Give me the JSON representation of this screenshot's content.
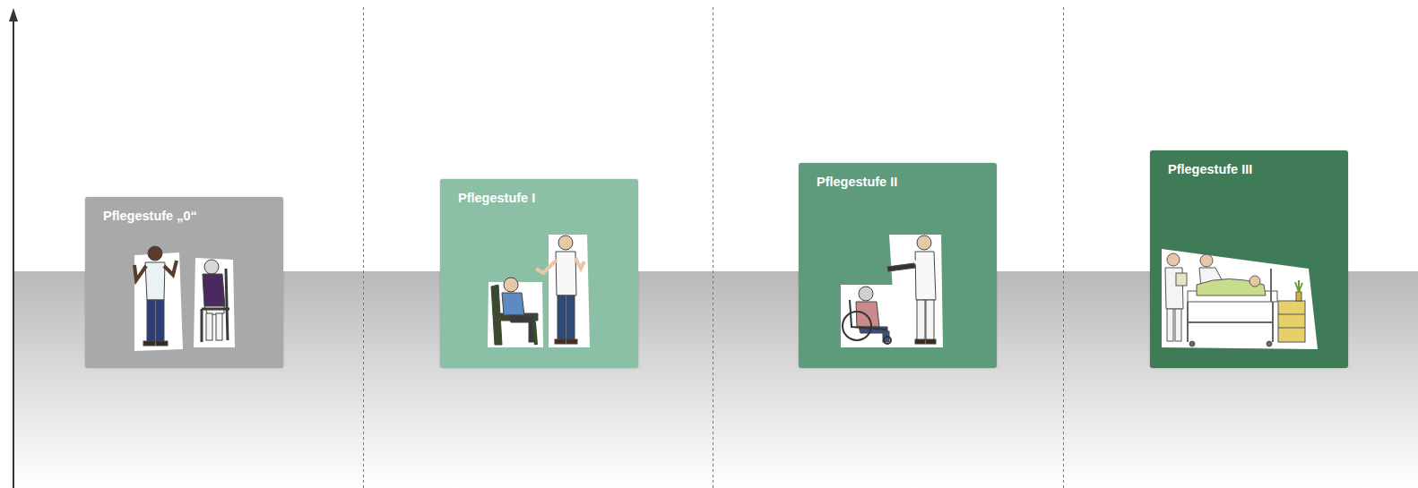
{
  "diagram": {
    "nodes": [
      {
        "text": [
          "Pflegestufe „0“"
        ]
      },
      {
        "text": [
          "Pflegestufe I"
        ]
      },
      {
        "text": [
          "Pflegestufe II"
        ]
      },
      {
        "text": [
          "Pflegestufe III"
        ]
      }
    ]
  }
}
